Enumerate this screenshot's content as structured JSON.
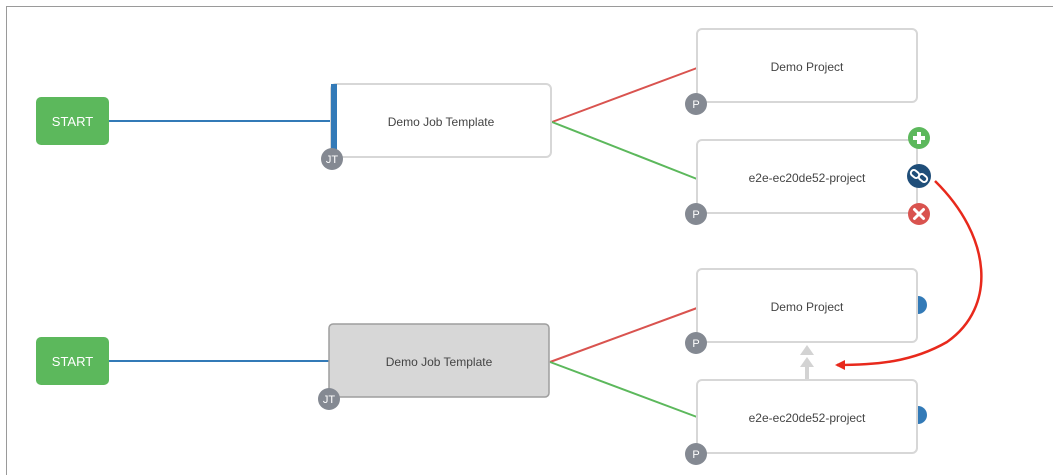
{
  "workflow": {
    "top": {
      "start_label": "START",
      "job_template": {
        "label": "Demo Job Template",
        "badge": "JT"
      },
      "project_1": {
        "label": "Demo Project",
        "badge": "P"
      },
      "project_2": {
        "label": "e2e-ec20de52-project",
        "badge": "P"
      }
    },
    "bottom": {
      "start_label": "START",
      "job_template": {
        "label": "Demo Job Template",
        "badge": "JT"
      },
      "project_1": {
        "label": "Demo Project",
        "badge": "P"
      },
      "project_2": {
        "label": "e2e-ec20de52-project",
        "badge": "P"
      }
    },
    "node_actions": [
      "add-node",
      "link-node",
      "delete-node"
    ]
  },
  "colors": {
    "start": "#5cb85c",
    "link_default": "#337ab7",
    "link_failure": "#d9534f",
    "link_success": "#5cb85c",
    "badge": "#848992",
    "node_border": "#d7d7d7",
    "node_selected_bg": "#d7d7d7",
    "node_selected_bar": "#337ab7",
    "action_add": "#5cb85c",
    "action_link": "#1f4e79",
    "action_delete": "#d9534f",
    "annotation_arrow": "#e8291c",
    "pending_arrow": "#d3d3d3"
  }
}
